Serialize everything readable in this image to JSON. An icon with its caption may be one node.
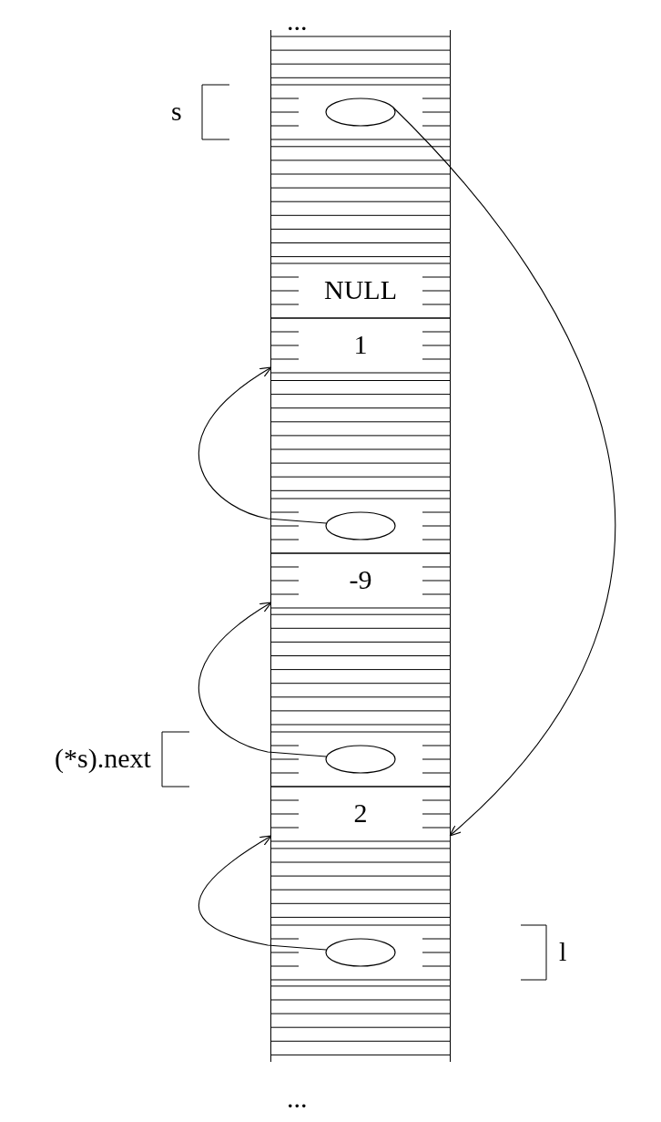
{
  "diagram": {
    "nodes": [
      {
        "text": [],
        "shape": "box"
      },
      {
        "text": [],
        "shape": "ellipse",
        "in": 0
      },
      {
        "text": [
          "NULL"
        ],
        "in": 0
      },
      {
        "text": [
          "1"
        ],
        "in": 0
      },
      {
        "text": [],
        "shape": "ellipse",
        "in": 0
      },
      {
        "text": [
          "-9"
        ],
        "in": 0
      },
      {
        "text": [],
        "shape": "ellipse",
        "in": 0
      },
      {
        "text": [
          "2"
        ],
        "in": 0
      },
      {
        "text": [],
        "shape": "ellipse",
        "in": 0
      }
    ],
    "edges": [
      {
        "from": 1,
        "to": 7,
        "arrow": "to"
      },
      {
        "from": 4,
        "to": 3,
        "arrow": "to"
      },
      {
        "from": 6,
        "to": 5,
        "arrow": "to"
      },
      {
        "from": 8,
        "to": 7,
        "arrow": "to"
      }
    ],
    "labels": [
      "...",
      "s",
      "(*s).next",
      "l",
      "..."
    ]
  }
}
